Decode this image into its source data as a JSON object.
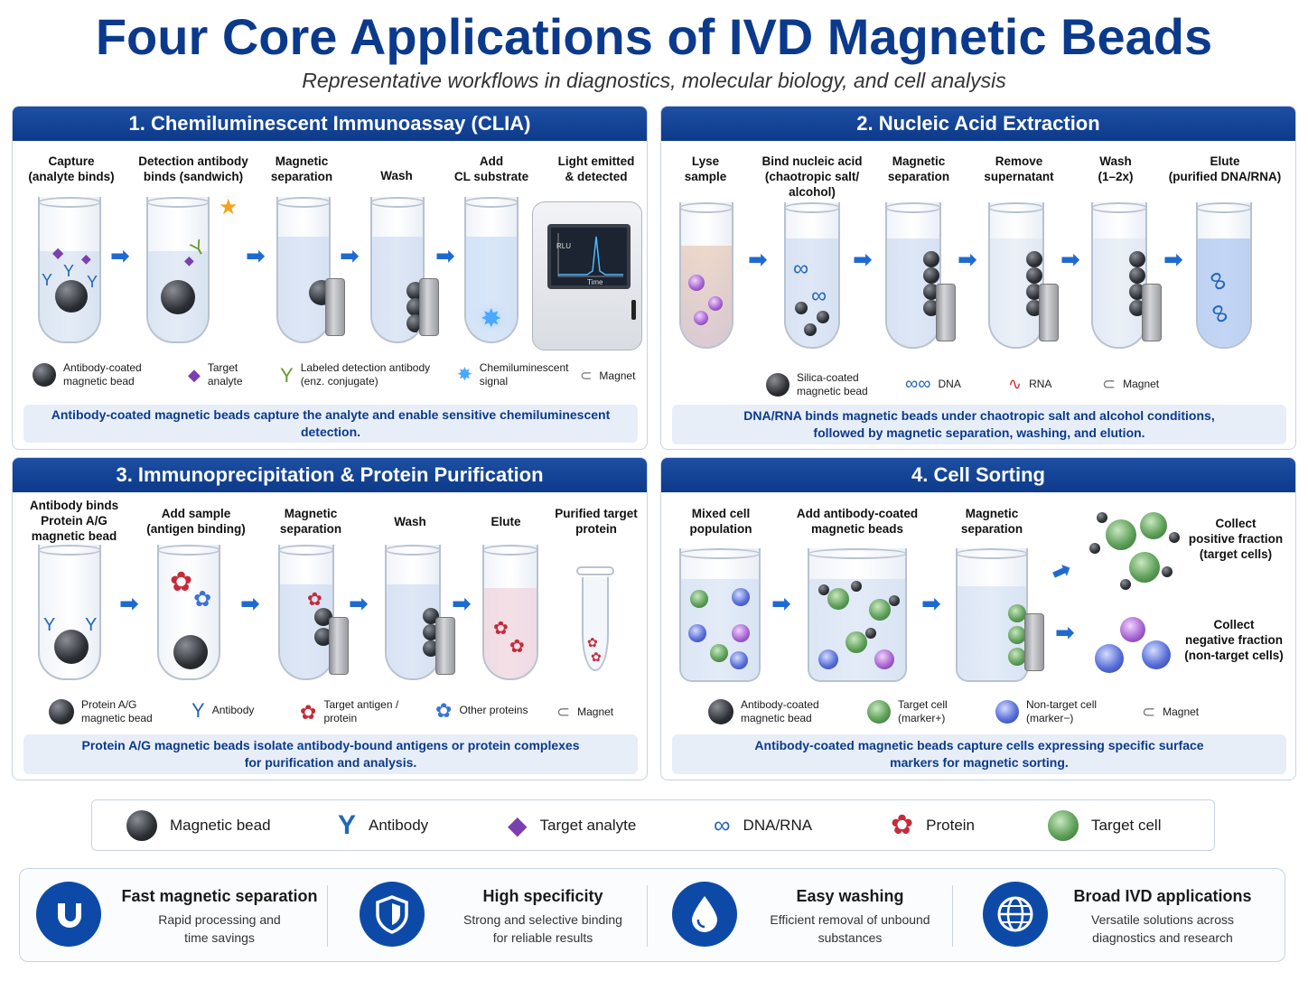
{
  "title": "Four Core Applications of IVD Magnetic Beads",
  "subtitle": "Representative workflows in diagnostics, molecular biology, and cell analysis",
  "panels": [
    {
      "header": "1. Chemiluminescent Immunoassay (CLIA)",
      "steps": [
        "Capture\n(analyte binds)",
        "Detection antibody\nbinds (sandwich)",
        "Magnetic\nseparation",
        "Wash",
        "Add\nCL substrate",
        "Light emitted\n& detected"
      ],
      "instrument": {
        "axis_y": "RLU",
        "axis_x": "Time"
      },
      "legend": [
        "Antibody-coated\nmagnetic bead",
        "Target\nanalyte",
        "Labeled detection antibody\n(enz. conjugate)",
        "Chemiluminescent\nsignal",
        "Magnet"
      ],
      "summary": "Antibody-coated magnetic beads capture the analyte and enable sensitive chemiluminescent detection."
    },
    {
      "header": "2. Nucleic Acid Extraction",
      "steps": [
        "Lyse\nsample",
        "Bind nucleic acid\n(chaotropic salt/\nalcohol)",
        "Magnetic\nseparation",
        "Remove\nsupernatant",
        "Wash\n(1–2x)",
        "Elute\n(purified DNA/RNA)"
      ],
      "legend": [
        "Silica-coated\nmagnetic bead",
        "DNA",
        "RNA",
        "Magnet"
      ],
      "summary": "DNA/RNA binds magnetic beads under chaotropic salt and alcohol conditions,\nfollowed by magnetic separation, washing, and elution."
    },
    {
      "header": "3. Immunoprecipitation & Protein Purification",
      "steps": [
        "Antibody binds\nProtein A/G\nmagnetic bead",
        "Add sample\n(antigen binding)",
        "Magnetic\nseparation",
        "Wash",
        "Elute",
        "Purified target\nprotein"
      ],
      "legend": [
        "Protein A/G\nmagnetic bead",
        "Antibody",
        "Target antigen /\nprotein",
        "Other proteins",
        "Magnet"
      ],
      "summary": "Protein A/G magnetic beads isolate antibody-bound antigens or protein complexes\nfor purification and analysis."
    },
    {
      "header": "4. Cell Sorting",
      "steps": [
        "Mixed cell\npopulation",
        "Add antibody-coated\nmagnetic beads",
        "Magnetic\nseparation",
        "Collect\npositive fraction\n(target cells)",
        "Collect\nnegative fraction\n(non-target cells)"
      ],
      "legend": [
        "Antibody-coated\nmagnetic bead",
        "Target cell\n(marker+)",
        "Non-target cell\n(marker−)",
        "Magnet"
      ],
      "summary": "Antibody-coated magnetic beads capture cells expressing specific surface\nmarkers for magnetic sorting."
    }
  ],
  "bottom_legend": [
    "Magnetic bead",
    "Antibody",
    "Target analyte",
    "DNA/RNA",
    "Protein",
    "Target cell"
  ],
  "features": [
    {
      "title": "Fast magnetic separation",
      "desc": "Rapid processing and\ntime savings",
      "icon": "magnet-icon"
    },
    {
      "title": "High specificity",
      "desc": "Strong and selective binding\nfor reliable results",
      "icon": "shield-icon"
    },
    {
      "title": "Easy washing",
      "desc": "Efficient removal of unbound\nsubstances",
      "icon": "droplet-icon"
    },
    {
      "title": "Broad IVD applications",
      "desc": "Versatile solutions across\ndiagnostics and research",
      "icon": "globe-icon"
    }
  ],
  "colors": {
    "primary": "#0d3a8a",
    "accent": "#1f6ad0",
    "panel_bg": "#e8eef8"
  }
}
